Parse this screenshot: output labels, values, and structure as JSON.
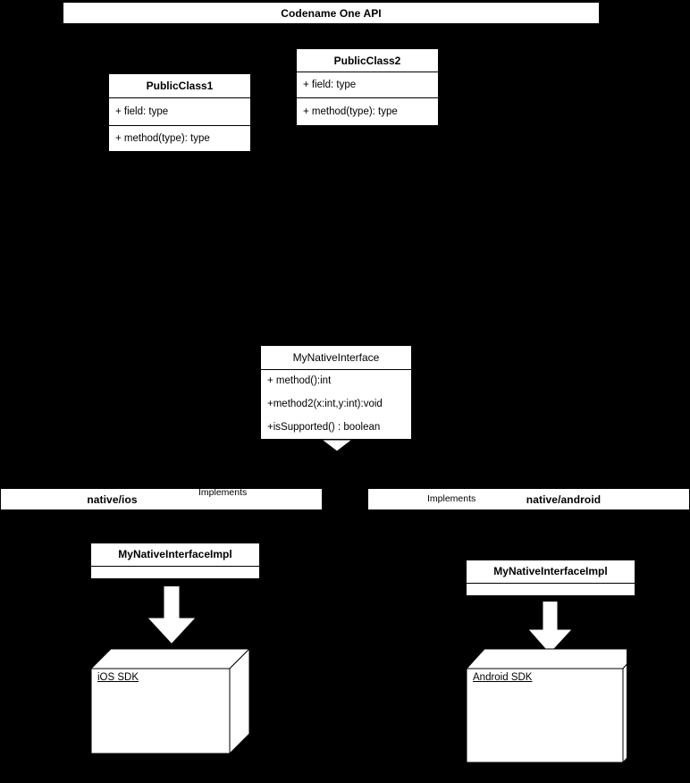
{
  "diagram": {
    "title_band": {
      "label": "Codename One API"
    },
    "platform_bands": [
      {
        "label": "native/ios"
      },
      {
        "label": "native/android"
      }
    ],
    "connector_labels": [
      {
        "label": "Implements"
      },
      {
        "label": "Implements"
      }
    ],
    "classes": [
      {
        "name": "PublicClass1",
        "members": [
          "+ field: type",
          "+ method(type): type"
        ]
      },
      {
        "name": "PublicClass2",
        "members": [
          "+ field: type",
          "+ method(type): type"
        ]
      }
    ],
    "interface": {
      "name": "MyNativeInterface",
      "members": [
        "+ method():int",
        "+method2(x:int,y:int):void",
        "+isSupported() : boolean"
      ]
    },
    "implementations": [
      {
        "name": "MyNativeInterfaceImpl"
      },
      {
        "name": "MyNativeInterfaceImpl"
      }
    ],
    "sdk_nodes": [
      {
        "label": "iOS SDK"
      },
      {
        "label": "Android SDK"
      }
    ],
    "colors": {
      "background": "#000000",
      "fill": "#ffffff",
      "stroke": "#000000"
    }
  }
}
